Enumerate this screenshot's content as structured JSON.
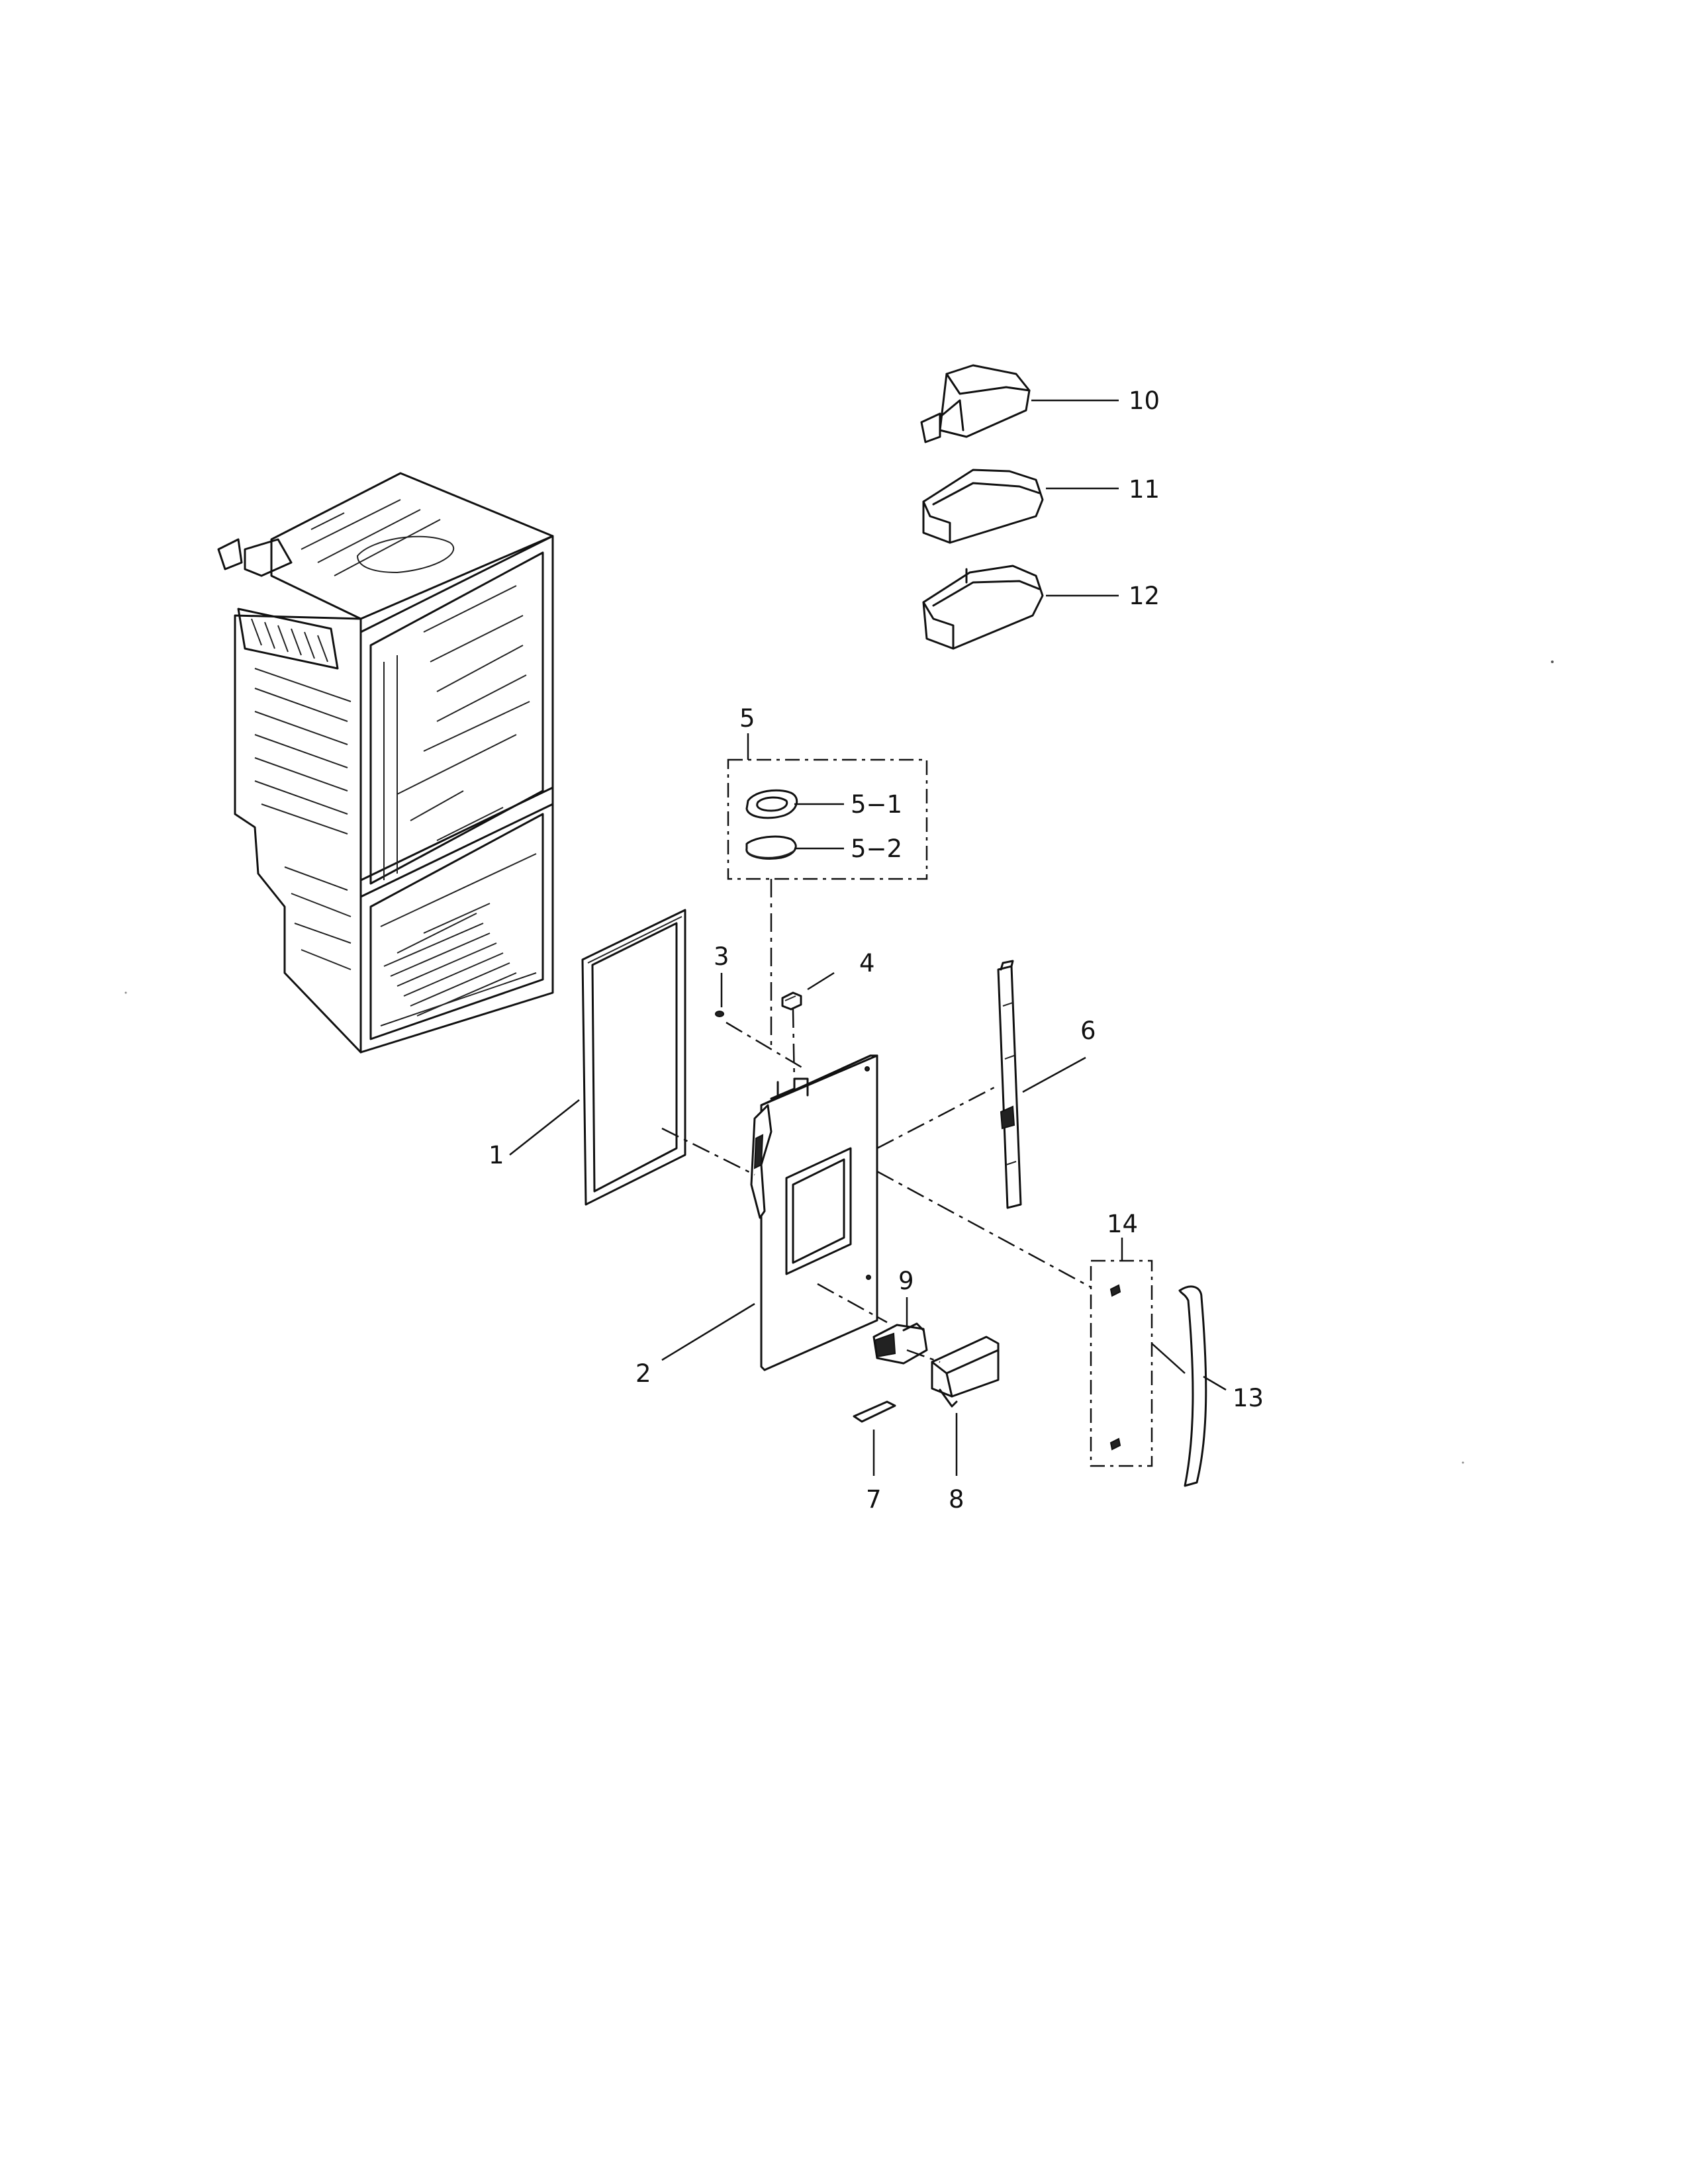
{
  "diagram": {
    "callouts": [
      {
        "id": "1",
        "label": "1"
      },
      {
        "id": "2",
        "label": "2"
      },
      {
        "id": "3",
        "label": "3"
      },
      {
        "id": "4",
        "label": "4"
      },
      {
        "id": "5",
        "label": "5"
      },
      {
        "id": "5-1",
        "label": "5−1"
      },
      {
        "id": "5-2",
        "label": "5−2"
      },
      {
        "id": "6",
        "label": "6"
      },
      {
        "id": "7",
        "label": "7"
      },
      {
        "id": "8",
        "label": "8"
      },
      {
        "id": "9",
        "label": "9"
      },
      {
        "id": "10",
        "label": "10"
      },
      {
        "id": "11",
        "label": "11"
      },
      {
        "id": "12",
        "label": "12"
      },
      {
        "id": "13",
        "label": "13"
      },
      {
        "id": "14",
        "label": "14"
      }
    ]
  }
}
